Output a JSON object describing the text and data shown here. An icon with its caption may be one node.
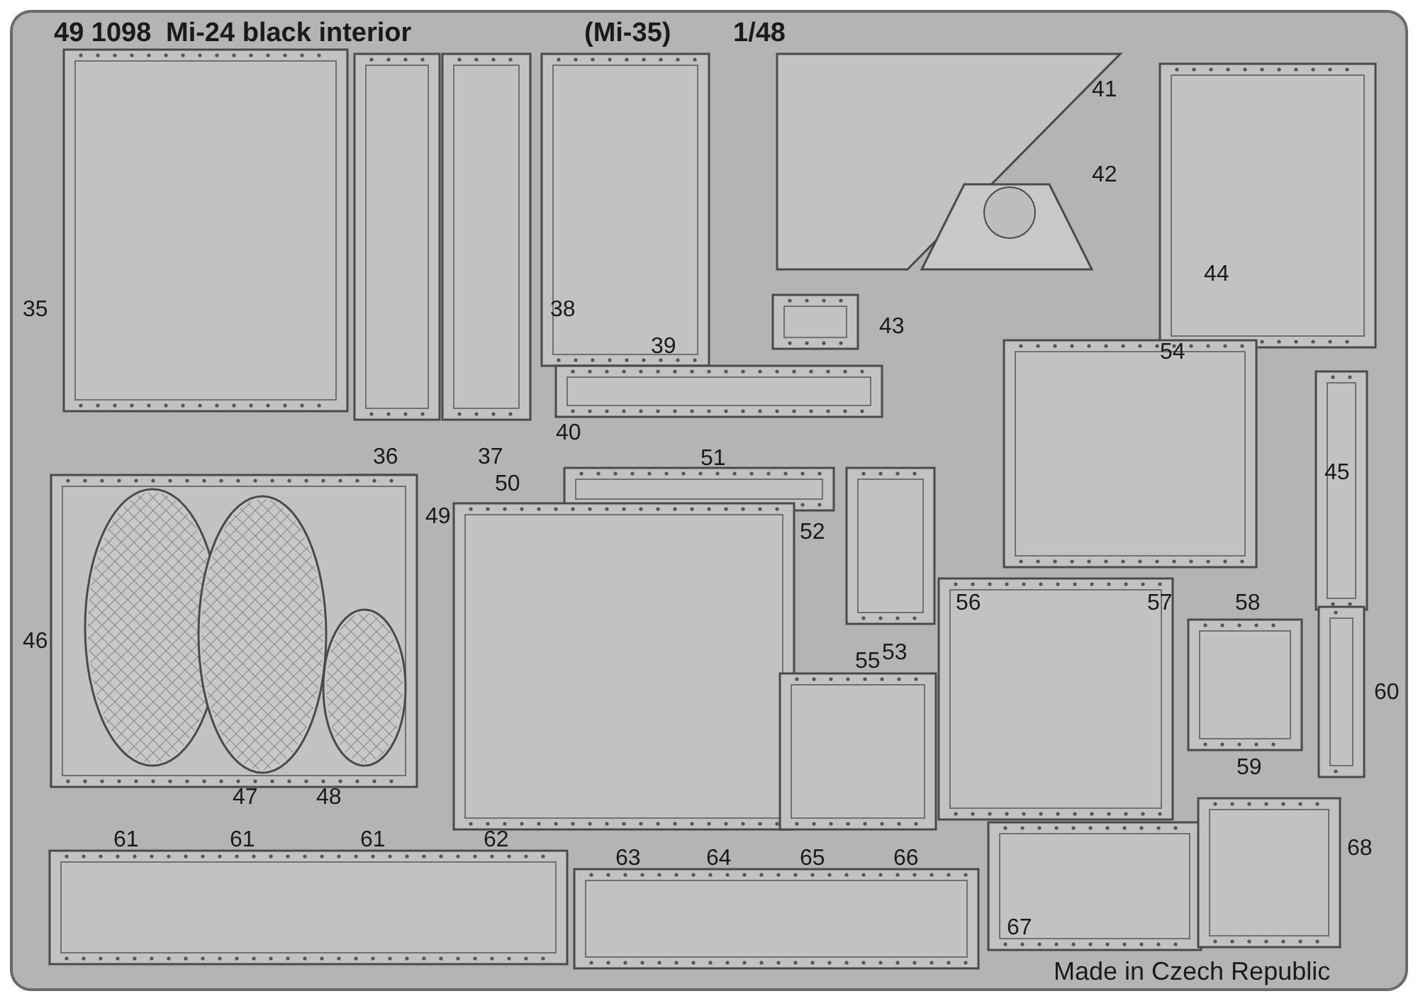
{
  "diagram": {
    "title": "Mi-24 black interior",
    "labels": [
      "49 1098",
      "(Mi-35)",
      "1/48",
      "41",
      "42",
      "44",
      "35",
      "38",
      "43",
      "39",
      "54",
      "40",
      "36",
      "37",
      "51",
      "45",
      "50",
      "49",
      "52",
      "46",
      "56",
      "57",
      "58",
      "53",
      "55",
      "60",
      "59",
      "47",
      "48",
      "61",
      "61",
      "61",
      "62",
      "68",
      "63",
      "64",
      "65",
      "66",
      "67",
      "Made in Czech Republic"
    ]
  }
}
